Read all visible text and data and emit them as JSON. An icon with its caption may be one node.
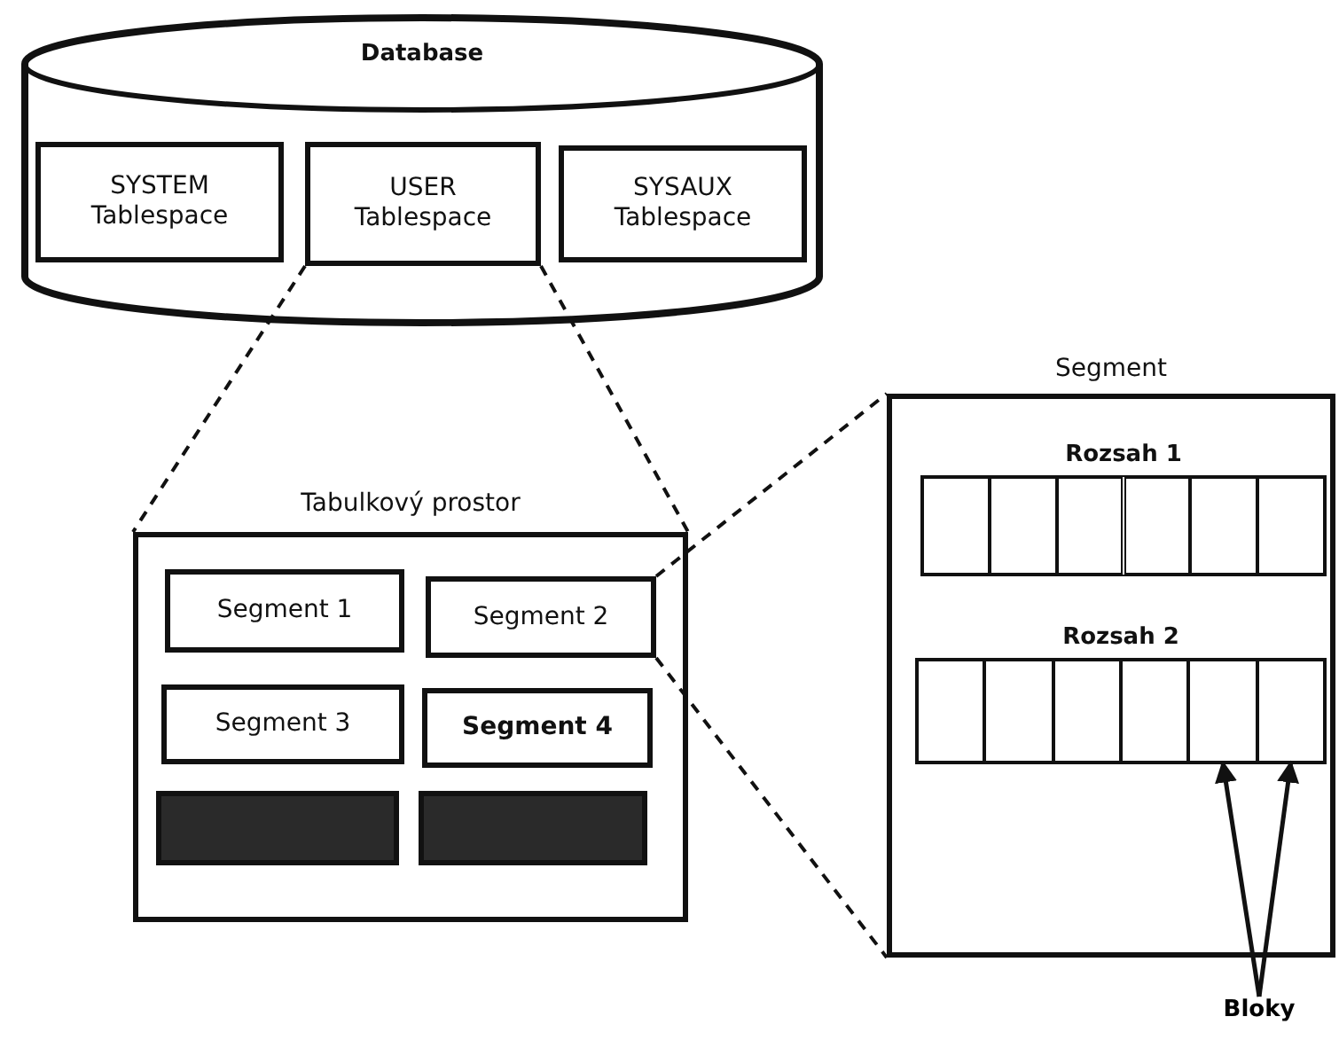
{
  "diagram": {
    "nodes": [
      {
        "text": [
          "Database"
        ]
      },
      {
        "text": [
          "SYSTEM Tablespace"
        ],
        "in": 0
      },
      {
        "text": [
          "USER Tablespace"
        ],
        "in": 0
      },
      {
        "text": [
          "SYSAUX Tablespace"
        ],
        "in": 0
      },
      {
        "text": [
          "Tabulkový prostor"
        ]
      },
      {
        "text": [
          "Segment 1"
        ],
        "in": 4
      },
      {
        "text": [
          "Segment 2"
        ],
        "in": 4
      },
      {
        "text": [
          "Segment 3"
        ],
        "in": 4
      },
      {
        "text": [
          "Segment 4"
        ],
        "in": 4
      },
      {
        "text": [],
        "shape": "box",
        "in": 4
      },
      {
        "text": [],
        "shape": "box",
        "in": 4
      },
      {
        "text": [
          "Segment"
        ]
      },
      {
        "text": [
          "Rozsah 1"
        ],
        "in": 11
      },
      {
        "text": [],
        "shape": "box",
        "in": 12
      },
      {
        "text": [],
        "shape": "box",
        "in": 12
      },
      {
        "text": [],
        "shape": "box",
        "in": 12
      },
      {
        "text": [],
        "shape": "box",
        "in": 12
      },
      {
        "text": [],
        "shape": "box",
        "in": 12
      },
      {
        "text": [],
        "shape": "box",
        "in": 12
      },
      {
        "text": [
          "Rozsah 2"
        ],
        "in": 11
      },
      {
        "text": [],
        "shape": "box",
        "in": 19
      },
      {
        "text": [],
        "shape": "box",
        "in": 19
      },
      {
        "text": [],
        "shape": "box",
        "in": 19
      },
      {
        "text": [],
        "shape": "box",
        "in": 19
      },
      {
        "text": [],
        "shape": "box",
        "in": 19
      },
      {
        "text": [],
        "shape": "box",
        "in": 19
      },
      {
        "text": [
          "Bloky"
        ]
      }
    ],
    "edges": [
      {
        "from": 2,
        "to": 4,
        "arrow": "none",
        "style": "dashed"
      },
      {
        "from": 2,
        "to": 4,
        "arrow": "none",
        "style": "dashed"
      },
      {
        "from": 6,
        "to": 11,
        "arrow": "none",
        "style": "dashed"
      },
      {
        "from": 6,
        "to": 11,
        "arrow": "none",
        "style": "dashed"
      },
      {
        "from": 26,
        "to": 24,
        "arrow": "to"
      },
      {
        "from": 26,
        "to": 25,
        "arrow": "to"
      }
    ]
  }
}
